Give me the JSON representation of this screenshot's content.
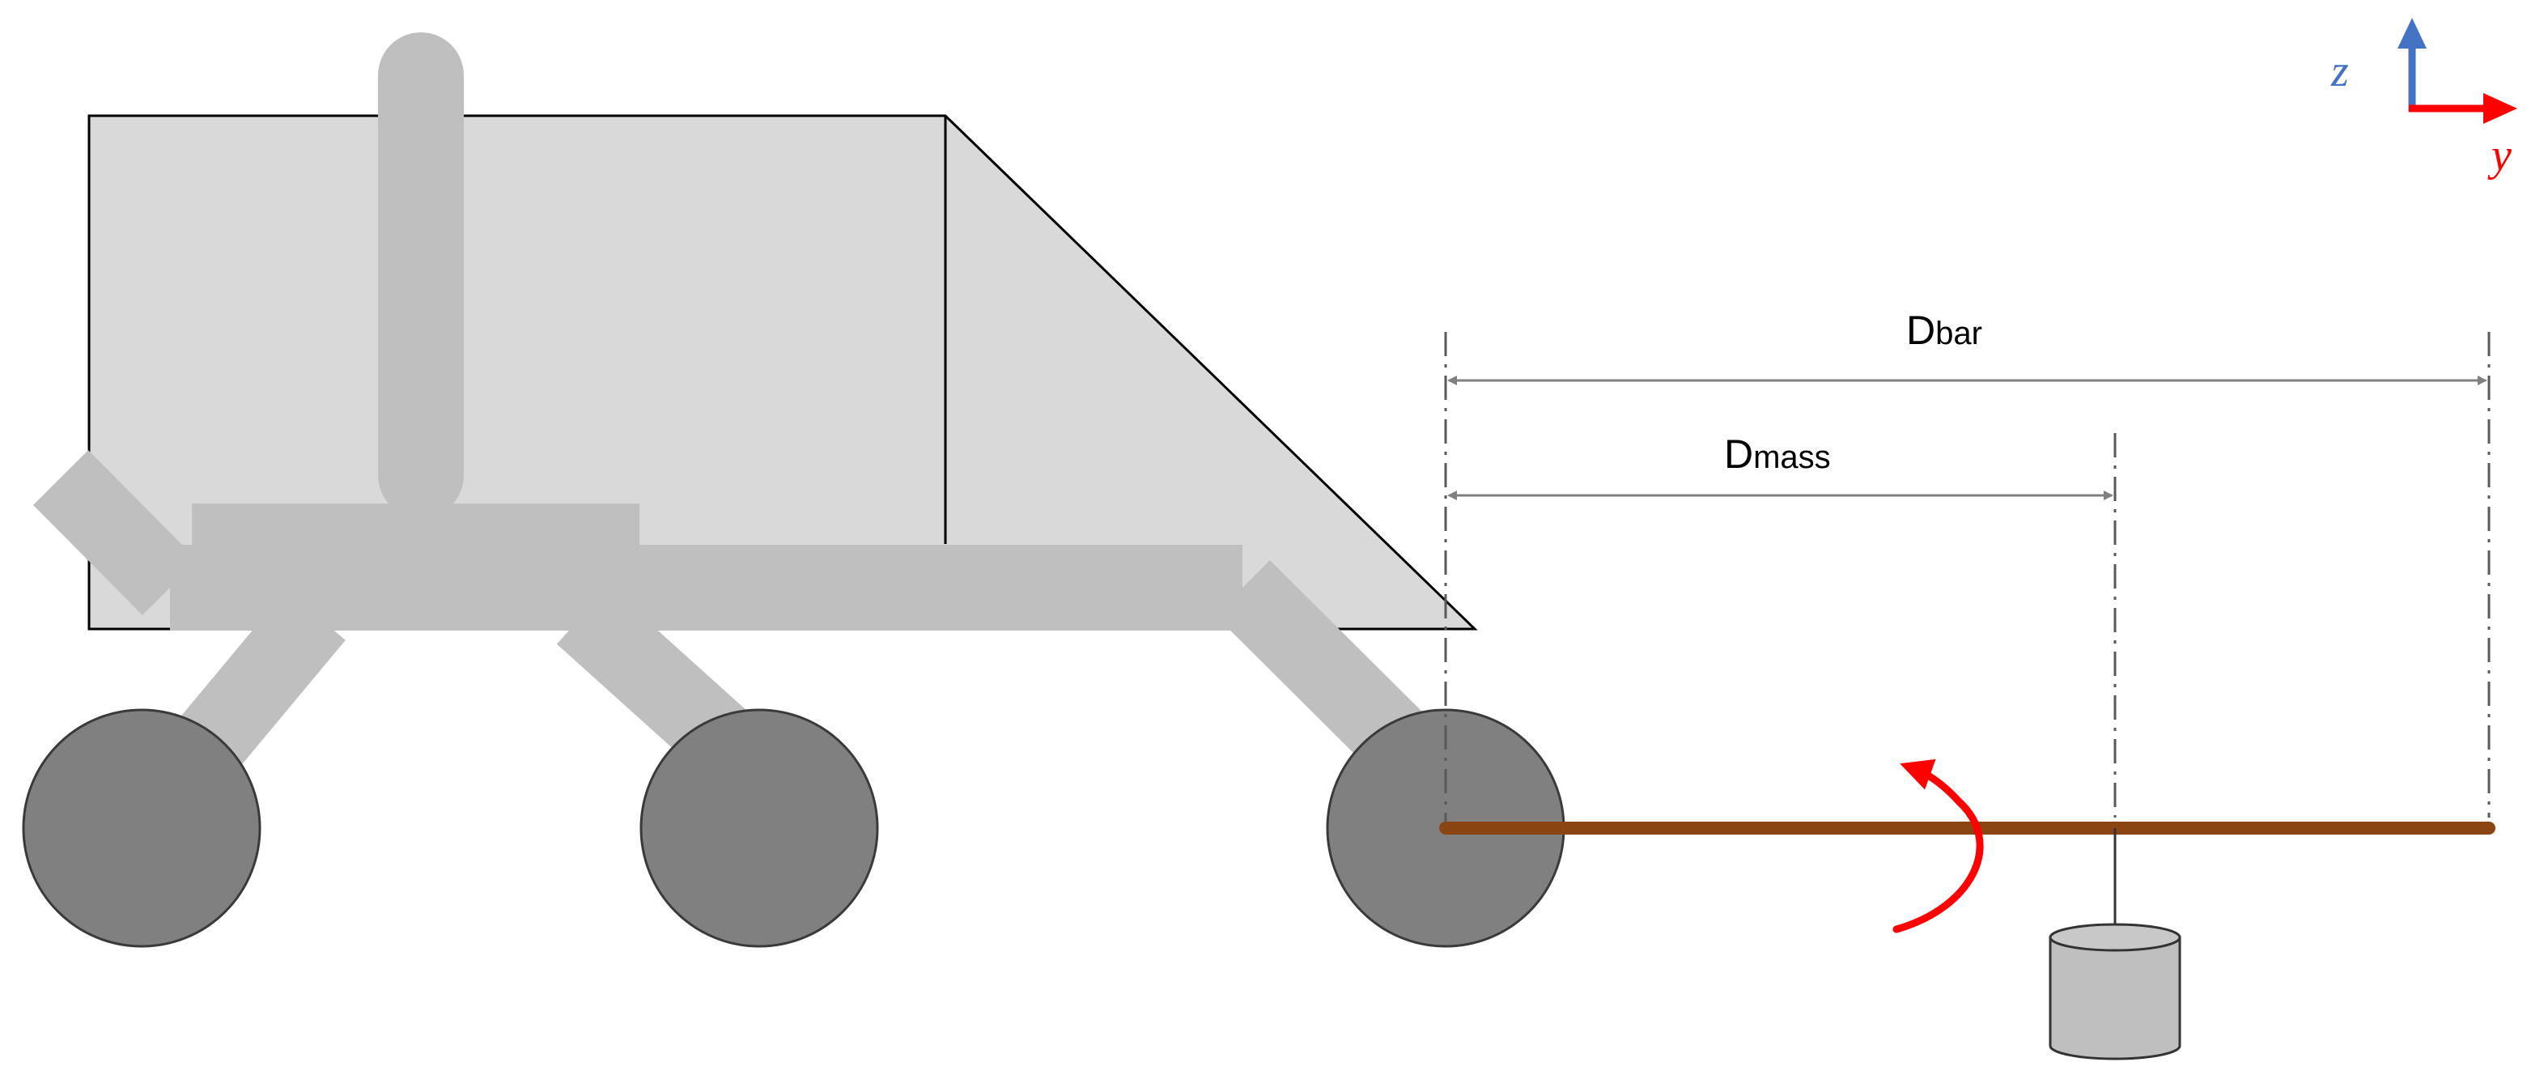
{
  "labels": {
    "d_bar_main": "D",
    "d_bar_sub": "bar",
    "d_mass_main": "D",
    "d_mass_sub": "mass"
  },
  "axes": {
    "z_label": "z",
    "y_label": "y"
  },
  "colors": {
    "body_fill": "#d9d9d9",
    "frame": "#bfbfbf",
    "wheel": "#808080",
    "bar": "#8b4513",
    "mass": "#bfbfbf",
    "dimension": "#808080",
    "rotation_arrow": "#ff0000",
    "z_axis": "#4472c4",
    "y_axis": "#ff0000"
  }
}
